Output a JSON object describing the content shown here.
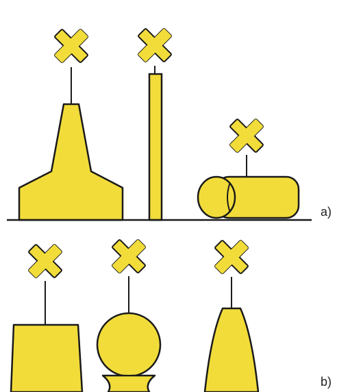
{
  "figure": {
    "panels": [
      {
        "label": "a)",
        "marks": [
          "conical-buoy-with-cross-topmark",
          "spar-buoy-with-cross-topmark",
          "pillar-buoy-on-float-with-cross-topmark"
        ]
      },
      {
        "label": "b)",
        "marks": [
          "can-buoy-with-cross-topmark",
          "spherical-buoy-with-cross-topmark",
          "pillar-buoy-with-cross-topmark"
        ]
      }
    ],
    "colors": {
      "buoy_fill": "#f2dc3a",
      "outline": "#1a1a1a",
      "background": "#ffffff"
    },
    "icons": {
      "topmark": "yellow-x-cross-icon"
    }
  }
}
